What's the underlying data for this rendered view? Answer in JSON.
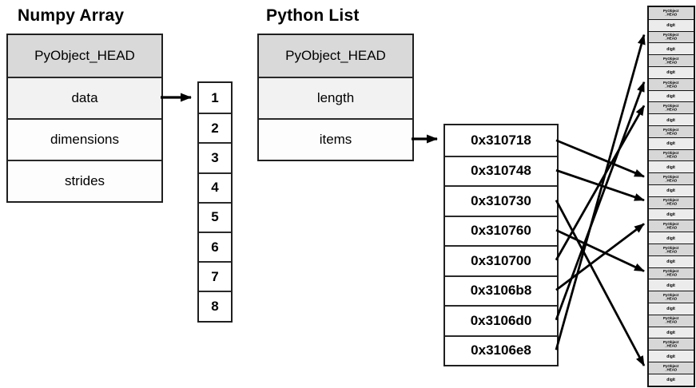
{
  "numpy_array": {
    "title": "Numpy Array",
    "struct_rows": [
      "PyObject_HEAD",
      "data",
      "dimensions",
      "strides"
    ],
    "buffer_values": [
      "1",
      "2",
      "3",
      "4",
      "5",
      "6",
      "7",
      "8"
    ]
  },
  "python_list": {
    "title": "Python List",
    "struct_rows": [
      "PyObject_HEAD",
      "length",
      "items"
    ],
    "item_addresses": [
      "0x310718",
      "0x310748",
      "0x310730",
      "0x310760",
      "0x310700",
      "0x3106b8",
      "0x3106d0",
      "0x3106e8"
    ]
  },
  "memory_column": {
    "object_head_label": "PyObject_HEAD",
    "object_head_lines": [
      "PyObject",
      "_HEAD"
    ],
    "digit_label": "digit",
    "object_count": 16,
    "pointer_targets_pair_index": [
      8,
      9,
      16,
      12,
      5,
      10,
      4,
      2
    ]
  },
  "colors": {
    "header_row_bg": "#d9d9d9",
    "second_row_bg": "#f2f2f2",
    "memory_head_bg": "#d7d7d7",
    "memory_digit_bg": "#ececec",
    "border": "#1f1f1f",
    "arrow": "#000000"
  }
}
